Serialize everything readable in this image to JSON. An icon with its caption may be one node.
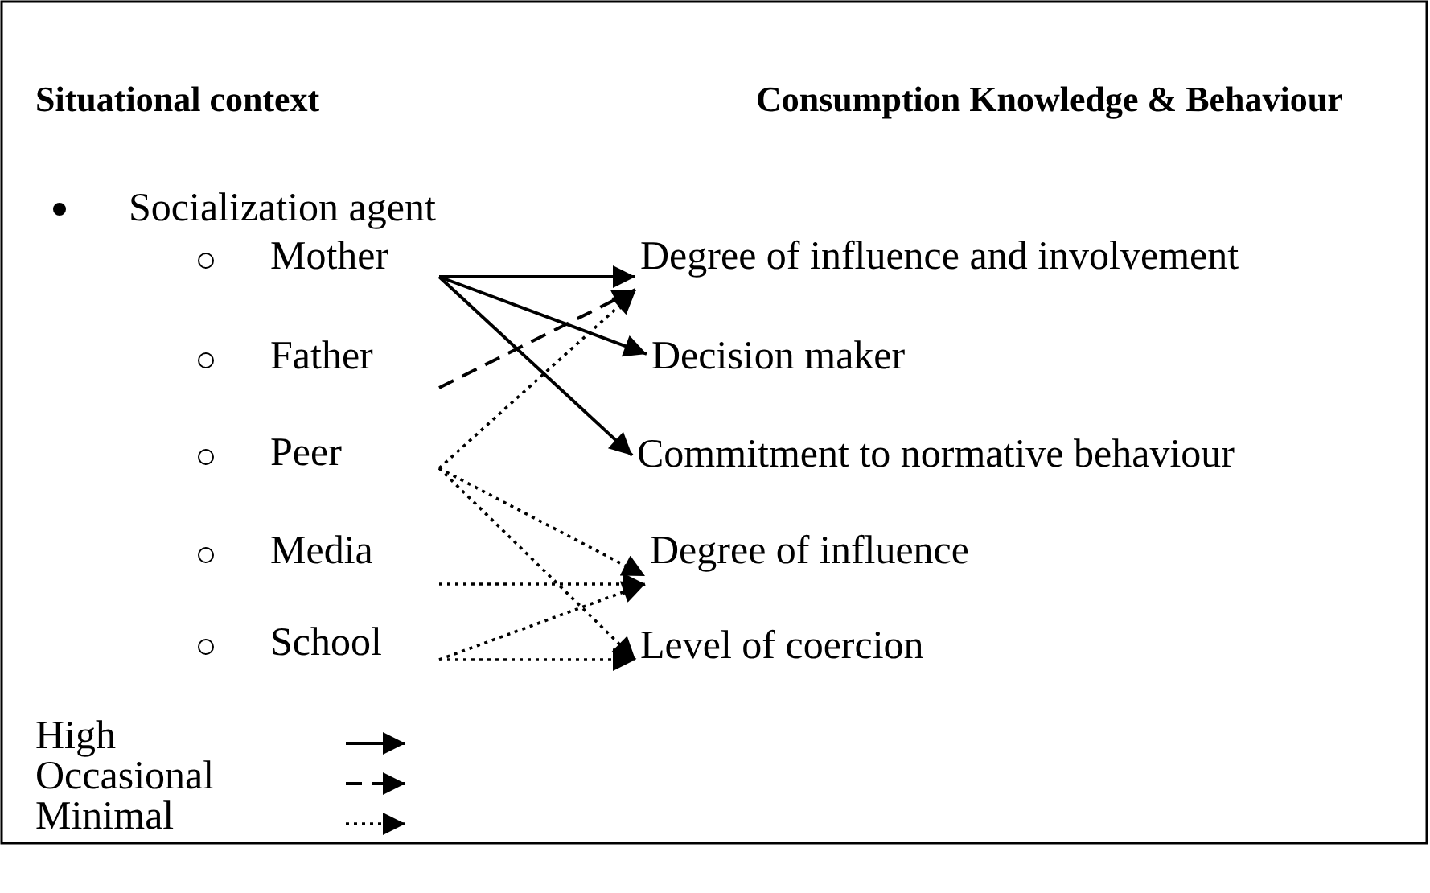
{
  "diagram": {
    "nodes": [
      {
        "text": [
          "Mother"
        ]
      },
      {
        "text": [
          "Father"
        ]
      },
      {
        "text": [
          "Peer"
        ]
      },
      {
        "text": [
          "Media"
        ]
      },
      {
        "text": [
          "School"
        ]
      },
      {
        "text": [
          "Degree of influence and involvement"
        ]
      },
      {
        "text": [
          "Decision maker"
        ]
      },
      {
        "text": [
          "Commitment to normative behaviour"
        ]
      },
      {
        "text": [
          "Degree of influence"
        ]
      },
      {
        "text": [
          "Level of coercion"
        ]
      }
    ],
    "edges": [
      {
        "from": 0,
        "to": 5,
        "arrow": "to"
      },
      {
        "from": 0,
        "to": 6,
        "arrow": "to"
      },
      {
        "from": 0,
        "to": 7,
        "arrow": "to"
      },
      {
        "from": 1,
        "to": 5,
        "arrow": "to",
        "style": "dashed"
      },
      {
        "from": 2,
        "to": 5,
        "arrow": "to",
        "style": "dashed"
      },
      {
        "from": 2,
        "to": 8,
        "arrow": "to",
        "style": "dashed"
      },
      {
        "from": 2,
        "to": 9,
        "arrow": "to",
        "style": "dashed"
      },
      {
        "from": 3,
        "to": 8,
        "arrow": "to",
        "style": "dashed"
      },
      {
        "from": 4,
        "to": 8,
        "arrow": "to",
        "style": "dashed"
      },
      {
        "from": 4,
        "to": 9,
        "arrow": "to",
        "style": "dashed"
      }
    ],
    "labels": [
      "Situational context",
      "Consumption Knowledge & Behaviour",
      "Socialization agent"
    ],
    "legend": [
      {
        "text": "High"
      },
      {
        "text": "Occasional"
      },
      {
        "text": "Minimal"
      }
    ]
  }
}
